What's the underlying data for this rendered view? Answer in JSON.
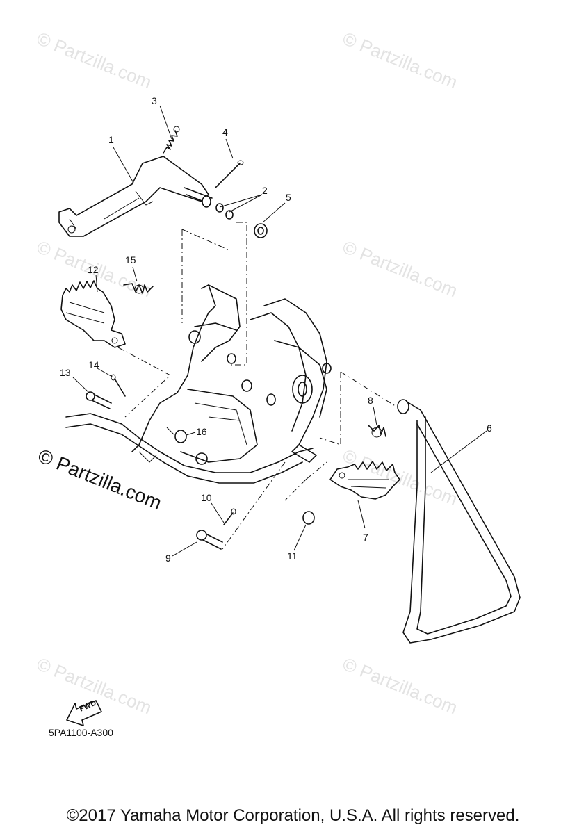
{
  "watermarks": {
    "small": [
      "© Partzilla.com",
      "© Partzilla.com",
      "© Partzilla.com",
      "© Partzilla.com",
      "© Partzilla.com",
      "© Partzilla.com",
      "© Partzilla.com"
    ],
    "large": "© Partzilla.com"
  },
  "callouts": {
    "c1": "1",
    "c2": "2",
    "c3": "3",
    "c4": "4",
    "c5": "5",
    "c6": "6",
    "c7": "7",
    "c8": "8",
    "c9": "9",
    "c10": "10",
    "c11": "11",
    "c12": "12",
    "c13": "13",
    "c14": "14",
    "c15": "15",
    "c16": "16"
  },
  "fwd_label": "FWD",
  "diagram_code": "5PA1100-A300",
  "copyright": "©2017 Yamaha Motor Corporation, U.S.A. All rights reserved."
}
